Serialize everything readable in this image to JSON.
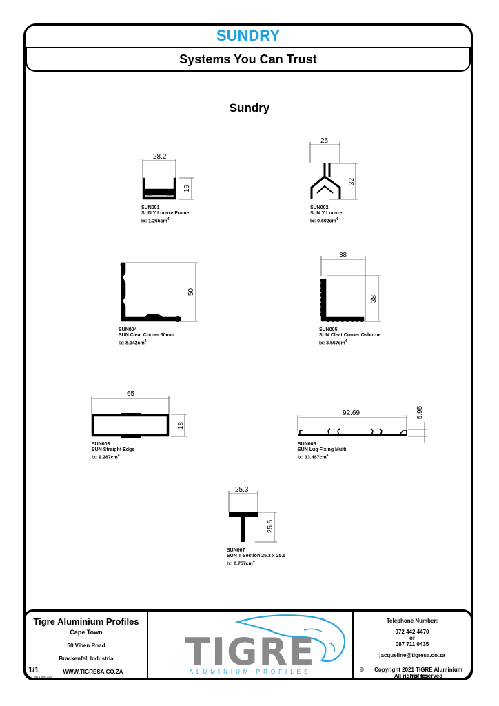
{
  "header": {
    "title": "SUNDRY",
    "subtitle": "Systems You Can Trust"
  },
  "section_title": "Sundry",
  "profiles": [
    {
      "code": "SUN001",
      "name": "SUN Y Louvre Frame",
      "ix": "Ix: 1.265cm",
      "dims": [
        "28.2",
        "19"
      ]
    },
    {
      "code": "SUN002",
      "name": "SUN Y Louvre",
      "ix": "Ix: 0.602cm",
      "dims": [
        "25",
        "32"
      ]
    },
    {
      "code": "SUN004",
      "name": "SUN Cleat Corner 50mm",
      "ix": "Ix: 8.342cm",
      "dims": [
        "50"
      ]
    },
    {
      "code": "SUN005",
      "name": "SUN Cleat Corner Osborne",
      "ix": "Ix: 3.567cm",
      "dims": [
        "38",
        "38"
      ]
    },
    {
      "code": "SUN003",
      "name": "SUN Straight Edge",
      "ix": "Ix: 9.287cm",
      "dims": [
        "65",
        "18"
      ]
    },
    {
      "code": "SUN006",
      "name": "SUN Lug Fixing Multi",
      "ix": "Ix: 13.487cm",
      "dims": [
        "92.69",
        "5.95"
      ]
    },
    {
      "code": "SUN007",
      "name": "SUN T Section 25.3 x 25.5",
      "ix": "Ix: 8.757cm",
      "dims": [
        "25.3",
        "25.5"
      ]
    }
  ],
  "ix_exponent": "4",
  "footer": {
    "company": "Tigre Aluminium Profiles",
    "city": "Cape Town",
    "street": "60 Viben Road",
    "area": "Brackenfell Industria",
    "website": "WWW.TIGRESA.CO.ZA",
    "page": "1/1",
    "revision": "Rev 1 June 2021",
    "logo_text": "TIGRE",
    "logo_sub": "ALUMINIUM PROFILES",
    "phone_label": "Telephone Number:",
    "phone1": "072 442 4470",
    "or": "or",
    "phone2": "087 711 0435",
    "email": "jacqueline@tigresa.co.za",
    "copyright_symbol": "©",
    "copyright": "Copyright 2021 TIGRE Aluminium Profiles",
    "rights": "All rights reserved"
  },
  "colors": {
    "accent": "#1ca0e0",
    "logo_grey": "#8a8a8a"
  }
}
